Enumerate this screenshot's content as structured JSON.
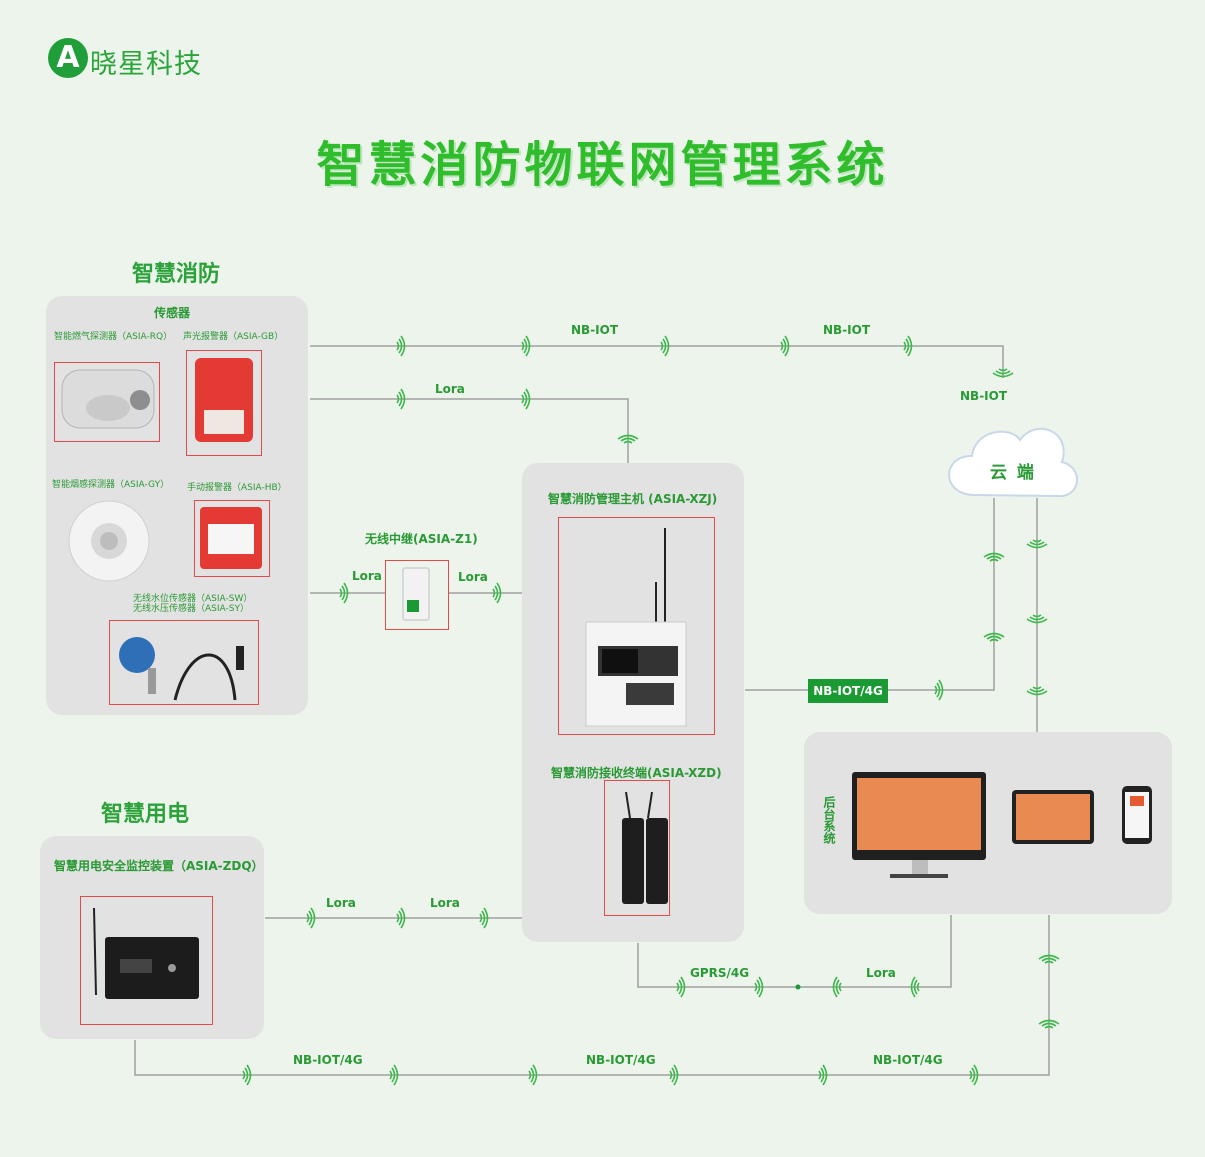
{
  "brand": {
    "logo_letter": "A",
    "name": "晓星科技"
  },
  "title": "智慧消防物联网管理系统",
  "sections": {
    "fire": {
      "title": "智慧消防",
      "sensors_heading": "传感器",
      "sensors": [
        {
          "label": "智能燃气探测器（ASIA-RQ）"
        },
        {
          "label": "声光报警器（ASIA-GB）"
        },
        {
          "label": "智能烟感探测器（ASIA-GY）"
        },
        {
          "label": "手动报警器（ASIA-HB）"
        },
        {
          "label_line1": "无线水位传感器（ASIA-SW）",
          "label_line2": "无线水压传感器（ASIA-SY）"
        }
      ]
    },
    "electric": {
      "title": "智慧用电",
      "device": "智慧用电安全监控装置（ASIA-ZDQ）"
    }
  },
  "relay": {
    "label": "无线中继(ASIA-Z1)"
  },
  "host": {
    "label": "智慧消防管理主机 (ASIA-XZJ)"
  },
  "receiver": {
    "label": "智慧消防接收终端(ASIA-XZD)"
  },
  "cloud": {
    "label": "云 端"
  },
  "backend": {
    "label": "后台系统"
  },
  "links": {
    "nbiot_top_1": "NB-IOT",
    "nbiot_top_2": "NB-IOT",
    "nbiot_cloud": "NB-IOT",
    "lora_top": "Lora",
    "lora_relay_left": "Lora",
    "lora_relay_right": "Lora",
    "nbiot4g_badge": "NB-IOT/4G",
    "lora_electric_1": "Lora",
    "lora_electric_2": "Lora",
    "gprs": "GPRS/4G",
    "lora_backend": "Lora",
    "nbiot4g_bottom_1": "NB-IOT/4G",
    "nbiot4g_bottom_2": "NB-IOT/4G",
    "nbiot4g_bottom_3": "NB-IOT/4G"
  },
  "colors": {
    "accent": "#2a9a35",
    "title": "#2fbd2c",
    "line": "#9e9e9e",
    "frame": "#e24b4b",
    "background": "#ecf4ec",
    "panel": "#e2e2e2"
  }
}
